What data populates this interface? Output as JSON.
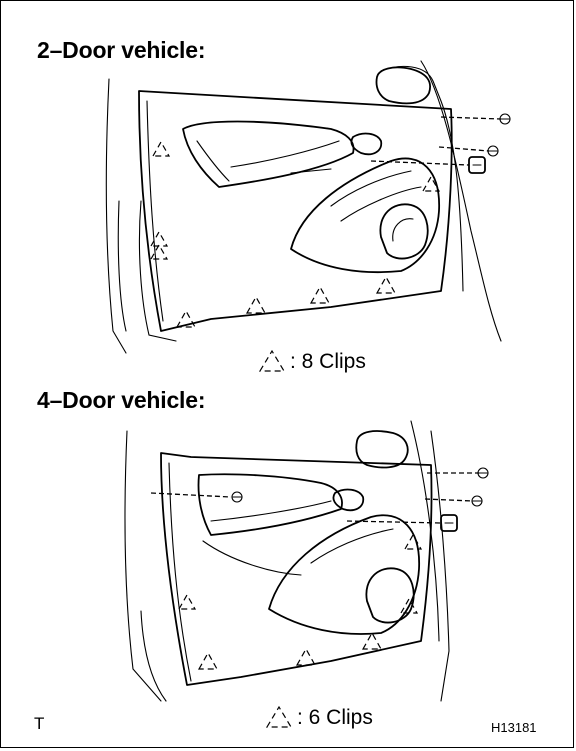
{
  "sections": [
    {
      "title": "2–Door vehicle:",
      "legend": ": 8 Clips"
    },
    {
      "title": "4–Door vehicle:",
      "legend": ": 6 Clips"
    }
  ],
  "footer": {
    "left_mark": "T",
    "figure_code": "H13181"
  },
  "icons": {
    "clip_marker": "dotted-triangle-icon",
    "screw": "screw-icon"
  }
}
